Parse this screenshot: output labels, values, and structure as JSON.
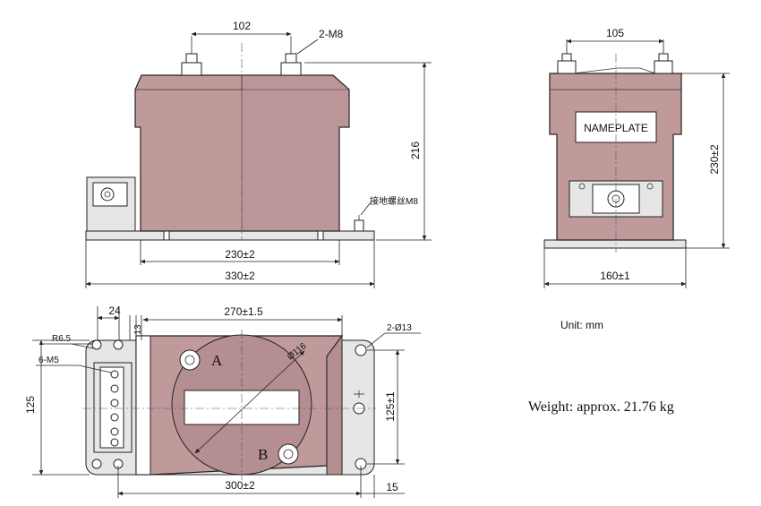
{
  "front_view": {
    "dim_top": "102",
    "label_terminals": "2-M8",
    "dim_height": "216",
    "label_ground": "接地螺丝M8",
    "dim_base": "230±2",
    "dim_overall": "330±2"
  },
  "side_view": {
    "dim_top": "105",
    "nameplate": "NAMEPLATE",
    "dim_height": "230±2",
    "dim_base": "160±1"
  },
  "top_view": {
    "dim_24": "24",
    "dim_13": "13",
    "dim_length": "270±1.5",
    "label_radius": "R6.5",
    "label_mounting": "2-Ø13",
    "label_sockets": "6-M5",
    "dim_diameter": "Ø116",
    "dim_125_left": "125",
    "dim_125_right": "125±1",
    "terminal_a": "A",
    "terminal_b": "B",
    "dim_bolt_spacing": "300±2",
    "dim_15": "15"
  },
  "notes": {
    "unit": "Unit: mm",
    "weight": "Weight: approx. 21.76 kg"
  }
}
